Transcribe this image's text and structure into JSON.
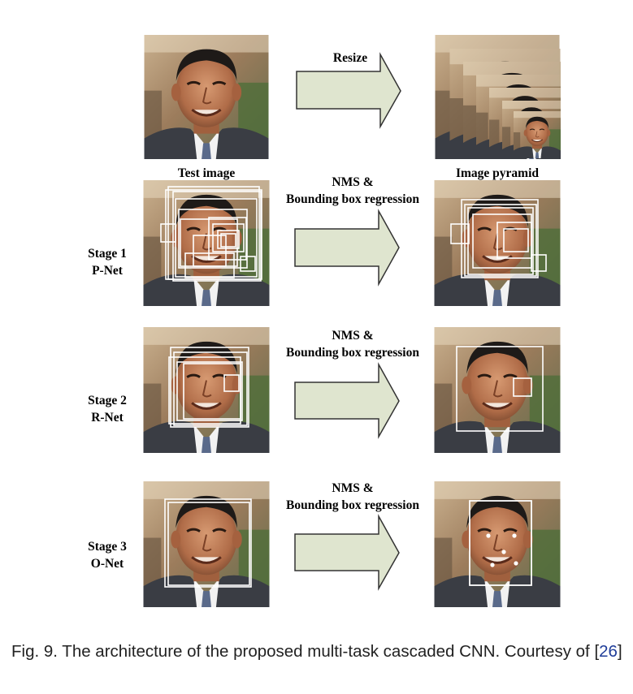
{
  "figure": {
    "arrow_labels": {
      "resize": "Resize",
      "nms_line1": "NMS &",
      "nms_line2": "Bounding box regression"
    },
    "image_labels": {
      "test_image": "Test image",
      "image_pyramid": "Image pyramid"
    },
    "stages": [
      {
        "line1": "Stage 1",
        "line2": "P-Net"
      },
      {
        "line1": "Stage 2",
        "line2": "R-Net"
      },
      {
        "line1": "Stage 3",
        "line2": "O-Net"
      }
    ],
    "colors": {
      "arrow_fill": "#dfe5cf",
      "arrow_stroke": "#333333",
      "box_stroke": "#ffffff",
      "background_warm": "#b89a78",
      "suit": "#3a3d44"
    }
  },
  "caption": {
    "text": "Fig. 9. The architecture of the proposed multi-task cascaded CNN. Courtesy of [",
    "ref": "26",
    "close": "]"
  }
}
